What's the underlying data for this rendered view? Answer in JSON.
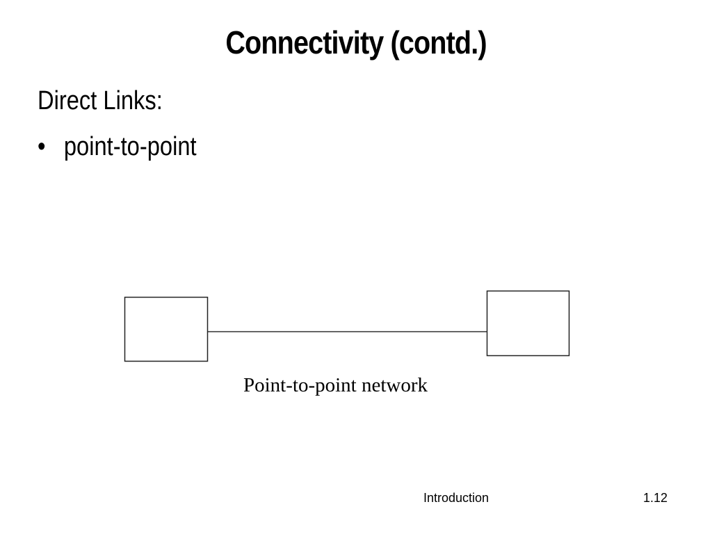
{
  "slide": {
    "title": "Connectivity (contd.)",
    "heading": "Direct Links:",
    "bullets": [
      {
        "marker": "•",
        "text": "point-to-point"
      }
    ]
  },
  "diagram": {
    "caption": "Point-to-point network",
    "nodes": [
      "node-left",
      "node-right"
    ],
    "link": "direct-link"
  },
  "footer": {
    "section": "Introduction",
    "page_number": "1.12"
  }
}
